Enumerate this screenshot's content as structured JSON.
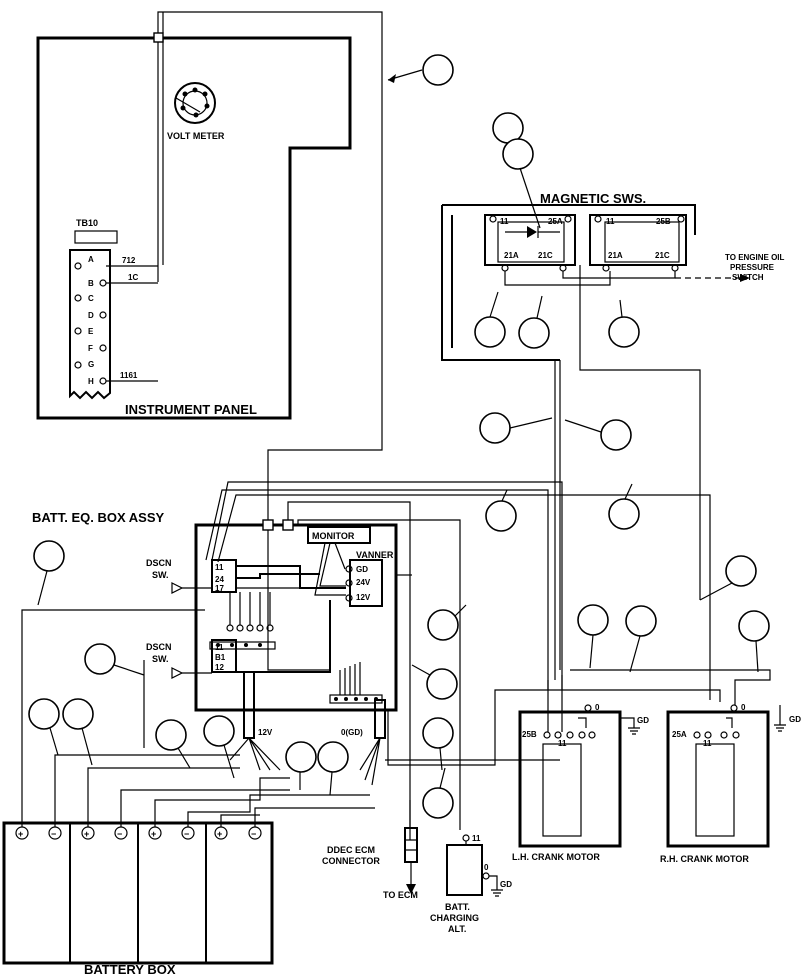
{
  "labels": {
    "volt_meter": "VOLT METER",
    "tb10": "TB10",
    "instrument_panel": "INSTRUMENT PANEL",
    "magnetic_sws": "MAGNETIC SWS.",
    "to_engine_oil_1": "TO ENGINE OIL",
    "to_engine_oil_2": "PRESSURE",
    "to_engine_oil_3": "SWITCH",
    "batt_eq_box": "BATT. EQ. BOX ASSY",
    "monitor": "MONITOR",
    "vanner": "VANNER",
    "dscn_sw_1a": "DSCN",
    "dscn_sw_1b": "SW.",
    "dscn_sw_2a": "DSCN",
    "dscn_sw_2b": "SW.",
    "ddec_1": "DDEC ECM",
    "ddec_2": "CONNECTOR",
    "to_ecm": "TO ECM",
    "batt_alt_1": "BATT.",
    "batt_alt_2": "CHARGING",
    "batt_alt_3": "ALT.",
    "lh_crank": "L.H. CRANK MOTOR",
    "rh_crank": "R.H. CRANK MOTOR",
    "battery_box": "BATTERY BOX"
  },
  "terminal_block": {
    "letters": [
      "A",
      "B",
      "C",
      "D",
      "E",
      "F",
      "G",
      "H"
    ],
    "wires": [
      "712",
      "1C",
      "1161"
    ]
  },
  "magnetic_switch_terminals": {
    "left": [
      "11",
      "25A",
      "21A",
      "21C"
    ],
    "right": [
      "11",
      "25B",
      "21A",
      "21C"
    ]
  },
  "eq_box_terminals": {
    "sw1_top": "11",
    "sw1_bottom": "24",
    "sw1_sub": "17",
    "sw2_top": "11",
    "sw2_mid": "B1",
    "sw2_bottom": "12",
    "gd": "GD",
    "v24": "24V",
    "v12": "12V",
    "v12_post": "12V",
    "zero_gd": "0(GD)"
  },
  "crank_terminals": {
    "lh_25b": "25B",
    "lh_11": "11",
    "lh_0": "0",
    "lh_gd": "GD",
    "rh_25a": "25A",
    "rh_11": "11",
    "rh_0": "0",
    "rh_gd": "GD"
  },
  "alt_terminals": {
    "t11": "11",
    "t0": "0",
    "gd": "GD"
  },
  "battery_terminals": [
    "+",
    "−",
    "+",
    "−",
    "+",
    "−",
    "+",
    "−"
  ]
}
